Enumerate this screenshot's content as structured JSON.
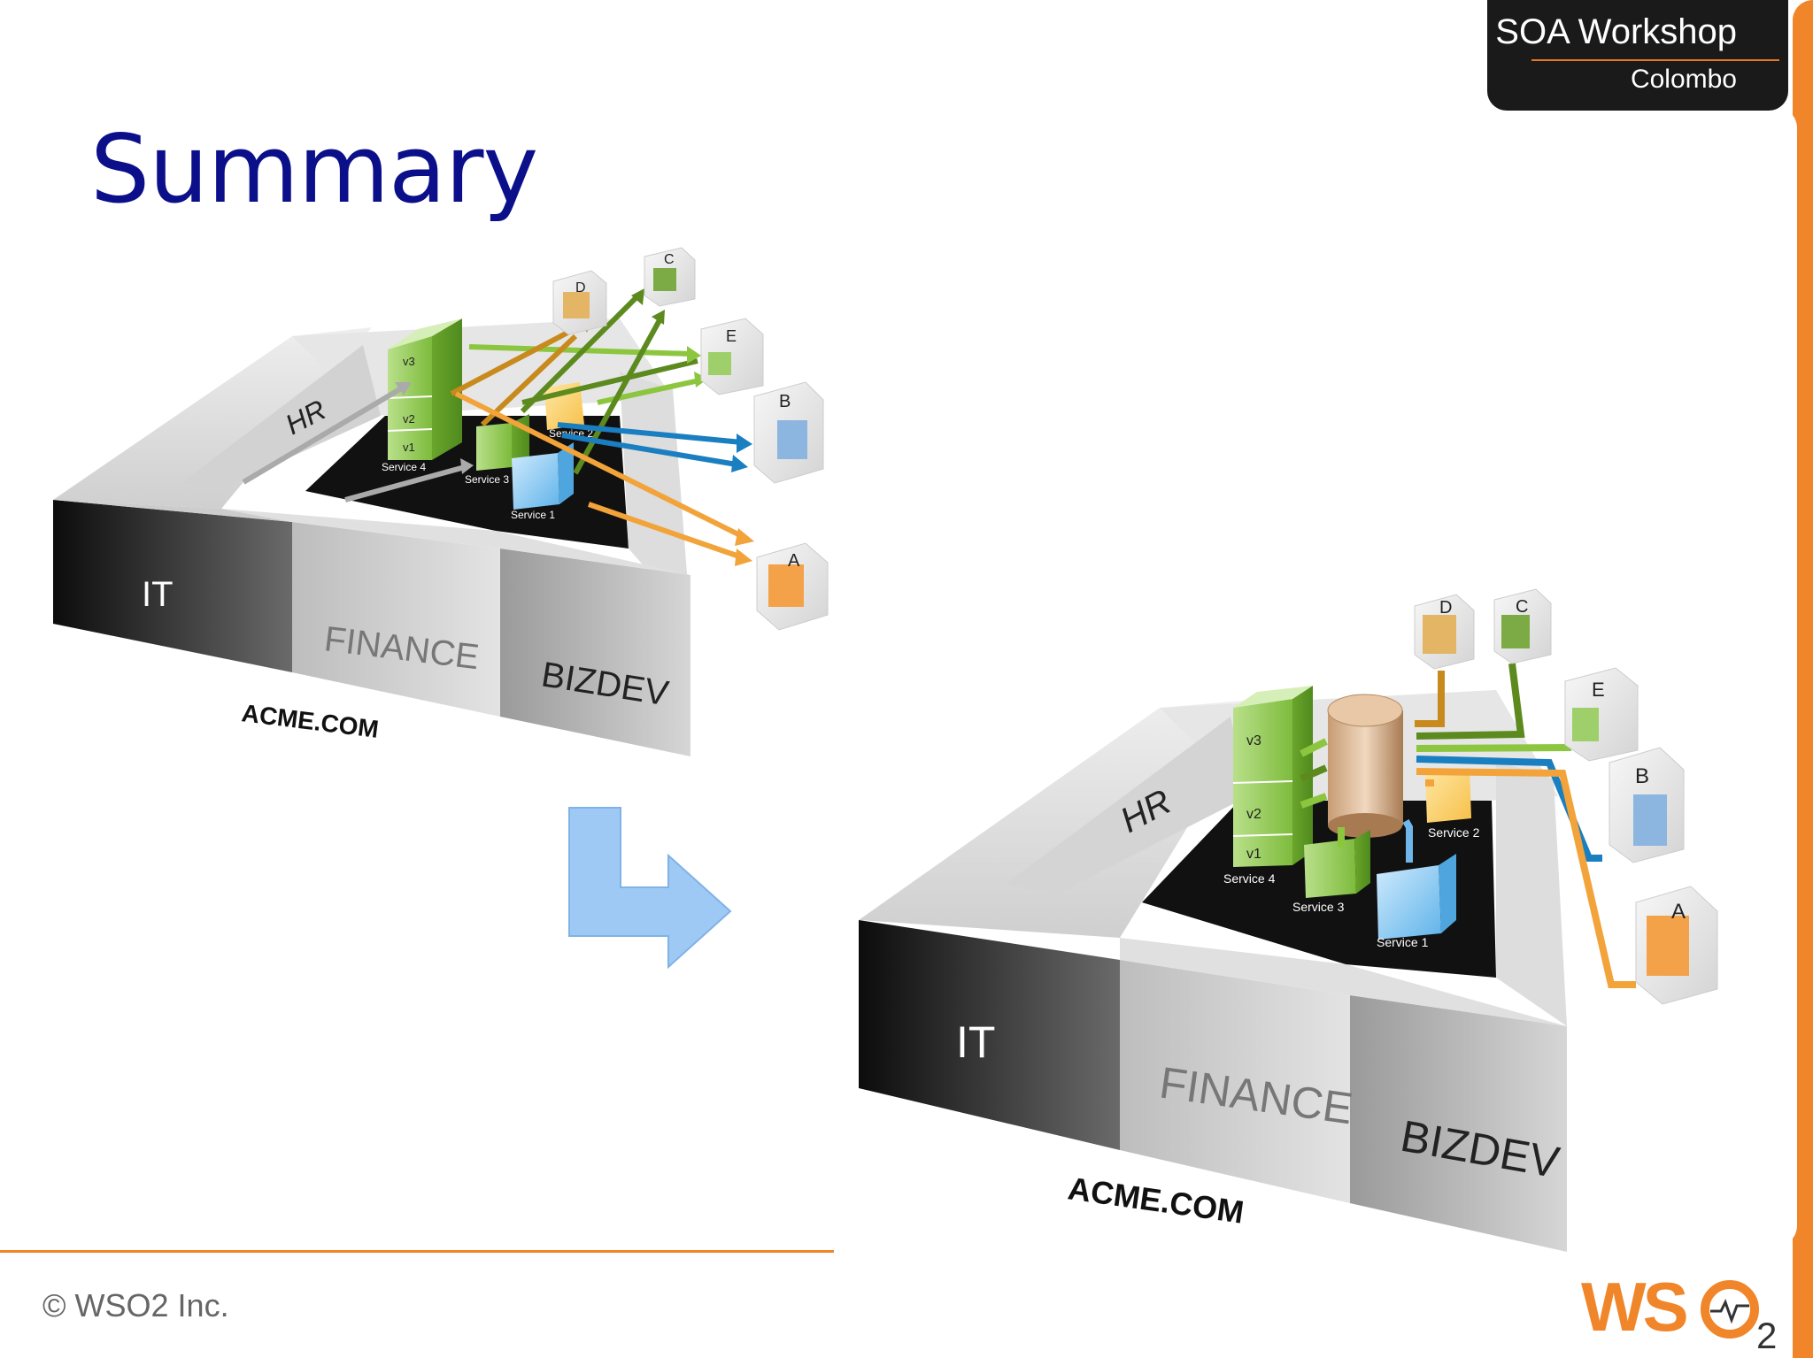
{
  "header": {
    "title": "SOA Workshop",
    "subtitle": "Colombo"
  },
  "slide": {
    "title": "Summary"
  },
  "footer": {
    "copyright": "© WSO2 Inc."
  },
  "logo": {
    "text": "WSO2"
  },
  "diagram_left": {
    "departments": [
      "IT",
      "FINANCE",
      "BIZDEV",
      "HR"
    ],
    "company": "ACME.COM",
    "versions": [
      "v3",
      "v2",
      "v1"
    ],
    "services": [
      "Service 4",
      "Service 3",
      "Service 2",
      "Service 1"
    ],
    "partners": [
      "D",
      "C",
      "E",
      "B",
      "A"
    ]
  },
  "diagram_right": {
    "departments": [
      "IT",
      "FINANCE",
      "BIZDEV",
      "HR"
    ],
    "company": "ACME.COM",
    "versions": [
      "v3",
      "v2",
      "v1"
    ],
    "services": [
      "Service 4",
      "Service 3",
      "Service 2",
      "Service 1"
    ],
    "partners": [
      "D",
      "C",
      "E",
      "B",
      "A"
    ]
  },
  "colors": {
    "title": "#0b0f8a",
    "accent_orange": "#f0852a",
    "arrow_green": "#5c8a1e",
    "arrow_lightgreen": "#8cc63f",
    "arrow_orange": "#f2a33a",
    "arrow_blue": "#1a7fc1",
    "arrow_brown": "#c88a1c",
    "transition_arrow": "#9ec9f5"
  }
}
